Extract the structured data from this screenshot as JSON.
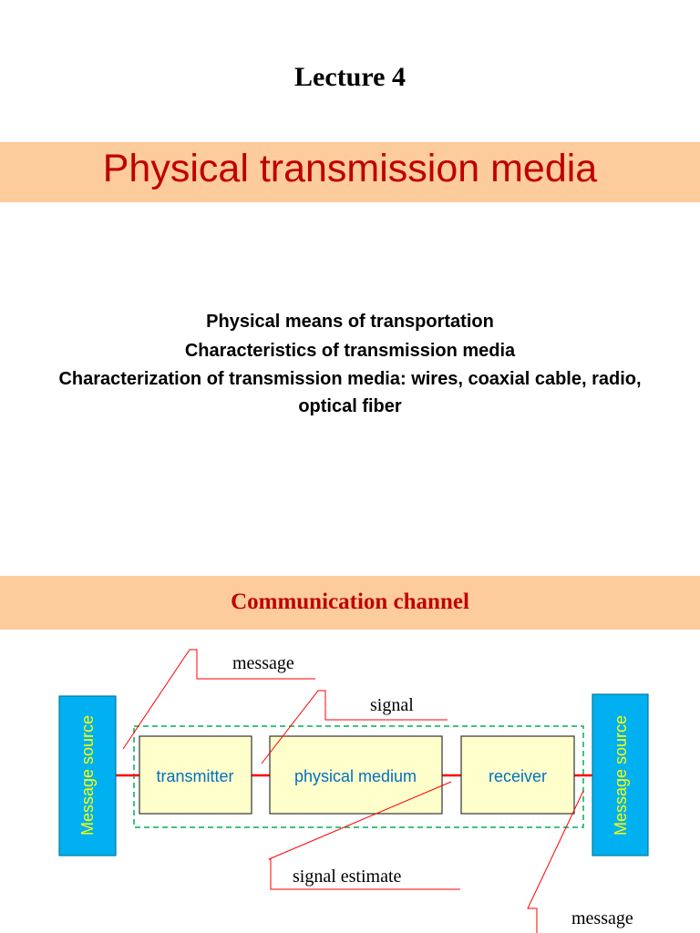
{
  "slide": {
    "lecture_label": "Lecture 4",
    "title": "Physical transmission media",
    "topics": [
      "Physical means of transportation",
      "Characteristics of transmission media",
      "Characterization of transmission media: wires, coaxial cable, radio, optical fiber"
    ]
  },
  "section": {
    "title": "Communication channel"
  },
  "diagram": {
    "blocks": {
      "source_left": "Message source",
      "transmitter": "transmitter",
      "physical_medium": "physical medium",
      "receiver": "receiver",
      "source_right": "Message source"
    },
    "callouts": {
      "message_top": "message",
      "signal": "signal",
      "signal_estimate": "signal estimate",
      "message_bottom": "message"
    },
    "colors": {
      "band": "#fdcc9c",
      "title_text": "#c00000",
      "source_block_fill": "#00b0f0",
      "source_block_text": "#ffff00",
      "stage_block_fill": "#ffffcc",
      "stage_block_text": "#0070c0",
      "link_line": "#ff0000",
      "dashed_boundary": "#00b050"
    }
  }
}
